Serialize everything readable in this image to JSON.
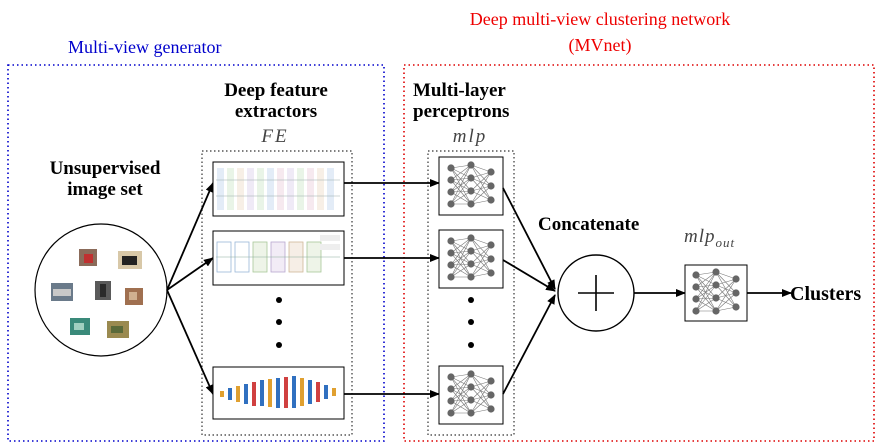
{
  "labels": {
    "generator_title": "Multi-view generator",
    "mvnet_title_line1": "Deep multi-view clustering network",
    "mvnet_title_line2": "(MVnet)",
    "feature_extractors_line1": "Deep feature",
    "feature_extractors_line2": "extractors",
    "fe_symbol": "FE",
    "mlp_heading_line1": "Multi-layer",
    "mlp_heading_line2": "perceptrons",
    "mlp_symbol": "mlp",
    "image_set_line1": "Unsupervised",
    "image_set_line2": "image set",
    "concatenate": "Concatenate",
    "mlp_out_base": "mlp",
    "mlp_out_sub": "out",
    "clusters": "Clusters"
  },
  "colors": {
    "generator_border": "#0000cc",
    "generator_title": "#0000cc",
    "mvnet_border": "#dd0000",
    "mvnet_title": "#ee0000",
    "node": "#666666"
  },
  "counts": {
    "views_shown": 3,
    "ellipsis_dots": 3
  }
}
